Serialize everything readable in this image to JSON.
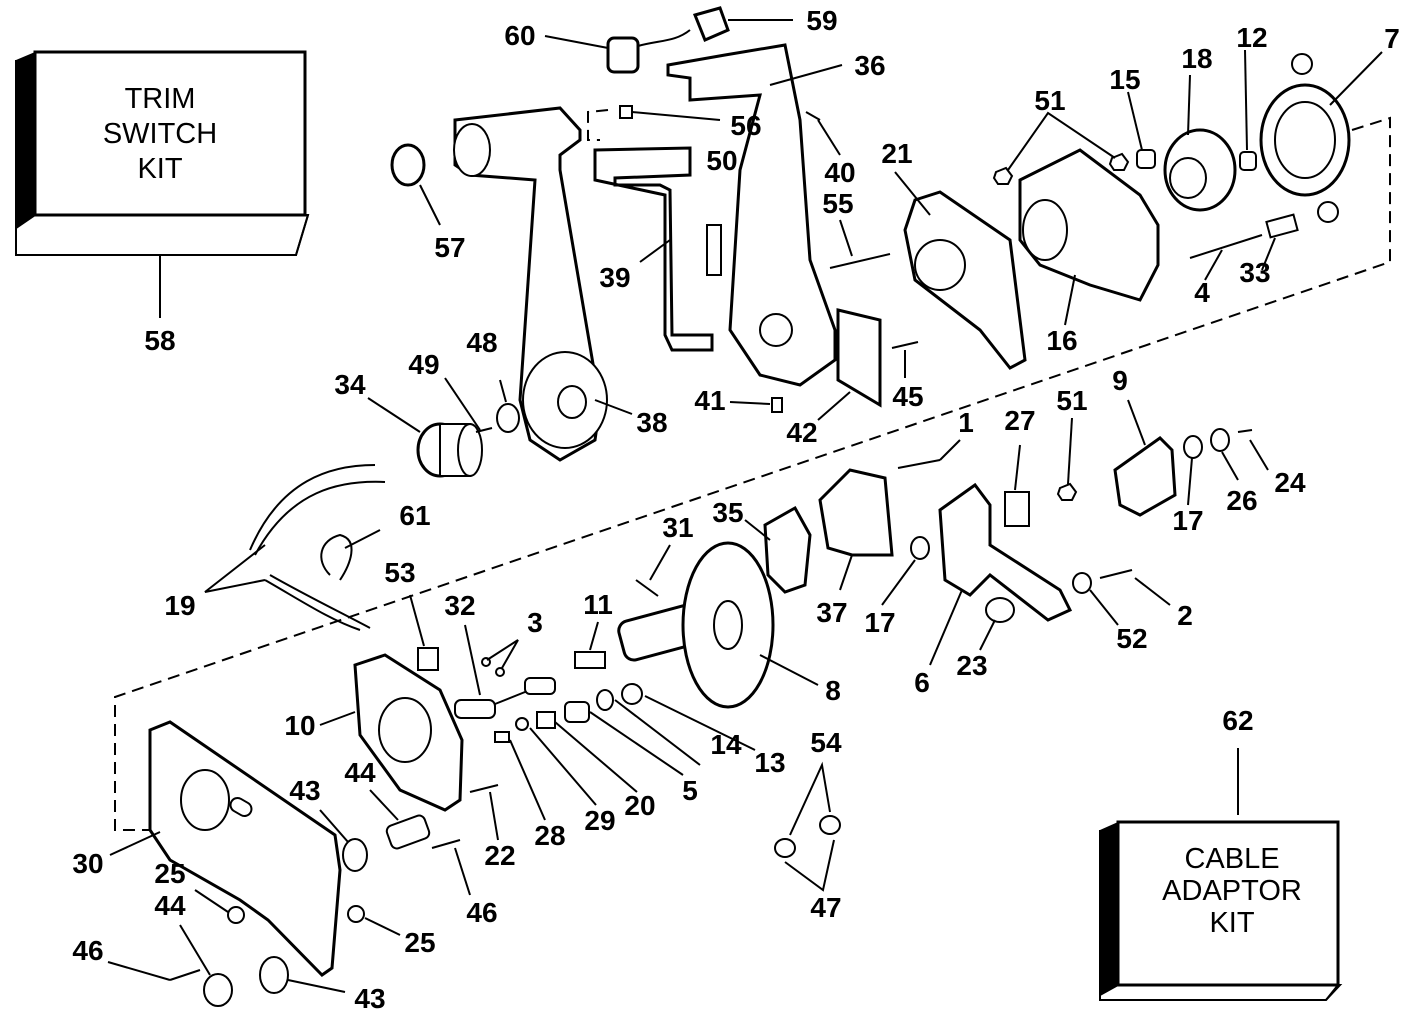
{
  "kits": {
    "trim_switch": {
      "lines": [
        "TRIM",
        "SWITCH",
        "KIT"
      ],
      "number": "58"
    },
    "cable_adaptor": {
      "lines": [
        "CABLE",
        "ADAPTOR",
        "KIT"
      ],
      "number": "62"
    }
  },
  "callouts": {
    "c60": "60",
    "c59": "59",
    "c36": "36",
    "c56": "56",
    "c50": "50",
    "c40": "40",
    "c57": "57",
    "c39": "39",
    "c55": "55",
    "c21": "21",
    "c51a": "51",
    "c15": "15",
    "c18": "18",
    "c12": "12",
    "c7": "7",
    "c4": "4",
    "c33": "33",
    "c16": "16",
    "c34": "34",
    "c49": "49",
    "c48": "48",
    "c38": "38",
    "c41": "41",
    "c42": "42",
    "c45": "45",
    "c1": "1",
    "c27": "27",
    "c51b": "51",
    "c9": "9",
    "c17a": "17",
    "c26": "26",
    "c24": "24",
    "c19": "19",
    "c61": "61",
    "c53": "53",
    "c32": "32",
    "c3": "3",
    "c11": "11",
    "c31": "31",
    "c35": "35",
    "c37": "37",
    "c17b": "17",
    "c2": "2",
    "c52": "52",
    "c6": "6",
    "c23": "23",
    "c8": "8",
    "c10": "10",
    "c13": "13",
    "c14": "14",
    "c5": "5",
    "c20": "20",
    "c29": "29",
    "c28": "28",
    "c22": "22",
    "c44a": "44",
    "c43a": "43",
    "c46a": "46",
    "c30": "30",
    "c25a": "25",
    "c25b": "25",
    "c44b": "44",
    "c46b": "46",
    "c43b": "43",
    "c54": "54",
    "c47": "47"
  }
}
